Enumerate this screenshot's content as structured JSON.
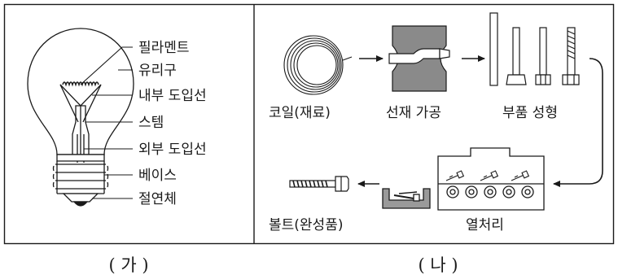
{
  "panel_a": {
    "caption": "( 가 )",
    "labels": {
      "filament": "필라멘트",
      "glass_bulb": "유리구",
      "inner_lead": "내부 도입선",
      "stem": "스템",
      "outer_lead": "외부 도입선",
      "base": "베이스",
      "insulator": "절연체"
    }
  },
  "panel_b": {
    "caption": "( 나 )",
    "steps": {
      "coil": "코일(재료)",
      "wire_processing": "선재 가공",
      "part_forming": "부품 성형",
      "heat_treatment": "열처리",
      "bolt": "볼트(완성품)"
    }
  }
}
